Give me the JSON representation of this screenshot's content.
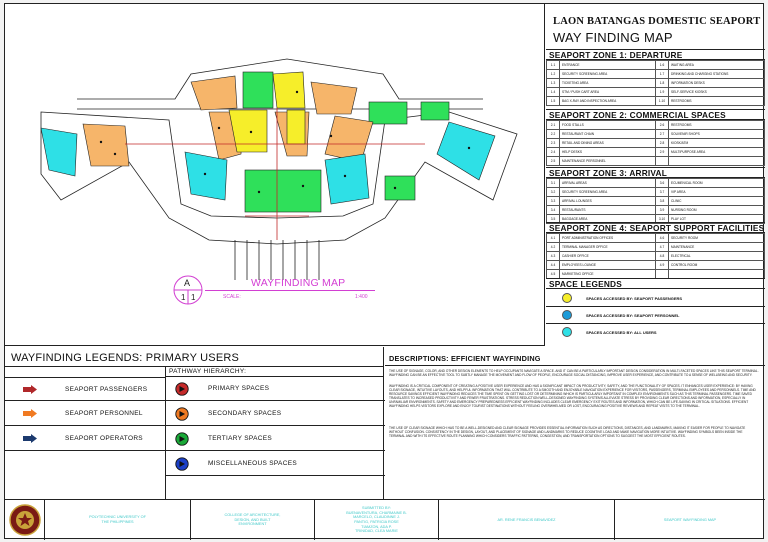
{
  "title_block": {
    "letter": "A",
    "num_left": "1",
    "num_right": "1",
    "title": "WAYFINDING MAP",
    "scale_label": "SCALE:",
    "scale_value": "1:400"
  },
  "panel": {
    "heading": "LAON BATANGAS DOMESTIC SEAPORT",
    "subheading": "WAY FINDING MAP",
    "zones": [
      {
        "title": "SEAPORT ZONE 1: DEPARTURE",
        "rows": [
          [
            "1.1",
            "ENTRANCE",
            "1.6",
            "WAITING AREA"
          ],
          [
            "1.2",
            "SECURITY SCREENING AREA",
            "1.7",
            "DRINKING AND CHARGING STATIONS"
          ],
          [
            "1.3",
            "TICKETING AREA",
            "1.8",
            "INFORMATION DESKS"
          ],
          [
            "1.4",
            "STM / PUSH CART AREA",
            "1.9",
            "SELF-SERVICE KIOSKS"
          ],
          [
            "1.5",
            "BAG X-RAY AND INSPECTION AREA",
            "1.10",
            "RESTROOMS"
          ]
        ]
      },
      {
        "title": "SEAPORT ZONE 2: COMMERCIAL SPACES",
        "rows": [
          [
            "2.1",
            "FOOD STALLS",
            "2.6",
            "RESTROOMS"
          ],
          [
            "2.2",
            "RESTAURANT CHAIN",
            "2.7",
            "SOUVENIR SHOPS"
          ],
          [
            "2.3",
            "RETAIL AND DINING AREAS",
            "2.8",
            "KIOSK/ATM"
          ],
          [
            "2.4",
            "HELP DESKS",
            "2.9",
            "MULTIPURPOSE AREA"
          ],
          [
            "2.5",
            "MAINTENANCE PERSONNEL",
            "",
            ""
          ]
        ]
      },
      {
        "title": "SEAPORT ZONE 3: ARRIVAL",
        "rows": [
          [
            "3.1",
            "ARRIVAL AREAS",
            "3.6",
            "ECUMENICAL ROOM"
          ],
          [
            "3.2",
            "SECURITY SCREENING AREA",
            "3.7",
            "VIP AREA"
          ],
          [
            "3.3",
            "ARRIVAL LOUNGES",
            "3.8",
            "CLINIC"
          ],
          [
            "3.4",
            "RESTAURANTS",
            "3.9",
            "NURSING ROOM"
          ],
          [
            "3.5",
            "BAGGAGE AREA",
            "3.10",
            "PLAY LOT"
          ]
        ]
      },
      {
        "title": "SEAPORT ZONE 4: SEAPORT SUPPORT FACILITIES",
        "rows": [
          [
            "4.1",
            "PORT ADMINISTRATION OFFICES",
            "4.6",
            "SECURITY ROOM"
          ],
          [
            "4.2",
            "TERMINAL MANAGER OFFICE",
            "4.7",
            "MAINTENANCE"
          ],
          [
            "4.3",
            "CASHIER OFFICE",
            "4.8",
            "ELECTRICAL"
          ],
          [
            "4.4",
            "EMPLOYEES LOUNGE",
            "4.9",
            "CONTROL ROOM"
          ],
          [
            "4.5",
            "MARKETING OFFICE",
            "",
            ""
          ]
        ]
      }
    ],
    "space_legends_title": "SPACE LEGENDS",
    "space_legends": [
      {
        "label": "SPACES ACCESSED BY: SEAPORT PASSENGERS",
        "color": "#f6ee2a"
      },
      {
        "label": "SPACES ACCESSED BY: SEAPORT PERSONNEL",
        "color": "#1d9bd8"
      },
      {
        "label": "SPACES ACCESSED BY: ALL USERS",
        "color": "#2ee0e6"
      }
    ]
  },
  "wayfinding": {
    "title": "WAYFINDING LEGENDS: PRIMARY USERS",
    "users": [
      {
        "label": "SEAPORT PASSENGERS",
        "color": "#b0282a"
      },
      {
        "label": "SEAPORT PERSONNEL",
        "color": "#f07a22"
      },
      {
        "label": "SEAPORT OPERATORS",
        "color": "#1c3a6e"
      }
    ],
    "pathway_title": "PATHWAY HIERARCHY:",
    "pathways": [
      {
        "label": "PRIMARY SPACES",
        "color": "#c42a2a"
      },
      {
        "label": "SECONDARY SPACES",
        "color": "#f07a22"
      },
      {
        "label": "TERTIARY  SPACES",
        "color": "#1aa838"
      },
      {
        "label": "MISCELLANEOUS  SPACES",
        "color": "#1c40c8"
      }
    ]
  },
  "description": {
    "title": "DESCRIPTIONS: EFFICIENT WAYFINDING",
    "p1": "THE USE OF SIGNAGE, COLOR, AND OTHER DESIGN ELEMENTS TO HELP OCCUPANTS NAVIGATE A SPACE. AND IT CAN BE A PARTICULARLY IMPORTANT DESIGN CONSIDERATION IN MULTI-FACETED SPACES LIKE THIS SEAPORT TERMINAL. WAYFINDING CAN BE AN EFFECTIVE TOOL TO SUBTLY MANAGE THE MOVEMENT AND FLOW OF PEOPLE, ENCOURAGE SOCIAL DISTANCING, IMPROVE USER EXPERIENCE, AND CONTRIBUTE TO A SENSE OF WELLBEING AND SECURITY.",
    "p2": "WAYFINDING IS A CRITICAL COMPONENT OF CREATING A POSITIVE USER EXPERIENCE AND HAS A SIGNIFICANT IMPACT ON PRODUCTIVITY, SAFETY, AND THE FUNCTIONALITY OF SPACES. IT ENHANCES USER EXPERIENCE: BY HAVING CLEAR SIGNAGE, INTUITIVE LAYOUTS, AND HELPFUL INFORMATION THAT WILL CONTRIBUTE TO A SMOOTH AND ENJOYABLE NAVIGATION EXPERIENCE FOR VISITORS, PASSENGERS, TERMINAL EMPLOYEES AND PERSONNELS. TIME AND RESOURCE SAVINGS EFFICIENT WAYFINDING REDUCES THE TIME SPENT ON GETTING LOST OR DETERMINING WHICH IS PARTICULARLY IMPORTANT IN COMPLEX ENVIRONMENTS SUCH AS THIS TERMINAL PASSENGERS. TIME SAVED TRANSLATES TO INCREASED PRODUCTIVITY AND FEWER FRUSTRATIONS. STRESS REDUCTION WELL-DESIGNED WAYFINDING SYSTEMS ALLEVIATE STRESS BY PROVIDING CLEAR DIRECTIONS AND INFORMATION, ESPECIALLY IN UNFAMILIAR ENVIRONMENTS. SAFETY AND EMERGENCY PREPAREDNESS EFFICIENT WAYFINDING INCLUDES CLEAR EMERGENCY EXIT ROUTES AND INFORMATION, WHICH CAN BE LIFE-SAVING IN CRITICAL SITUATIONS. EFFICIENT WAYFINDING HELPS VISITORS EXPLORE AND ENJOY TOURIST DESTINATIONS WITHOUT FEELING OVERWHELMED OR LOST, ENCOURAGING POSITIVE REVIEWS AND REPEAT VISITS TO THE TERMINAL.",
    "p3": "THE USE OF CLEAR SIGNAGE WHICH HAS TO BE A WELL-DESIGNED AND CLEAR SIGNAGE PROVIDES ESSENTIAL INFORMATION SUCH AS DIRECTIONS, DISTANCES, AND LANDMARKS, MAKING IT EASIER FOR PEOPLE TO NAVIGATE WITHOUT CONFUSION. CONSISTENCY IN THE DESIGN, LAYOUT, AND PLACEMENT OF SIGNAGE AND LANDMARKS TO REDUCE COGNITIVE LOAD AND MAKE NAVIGATION MORE INTUITIVE. WAYFINDING SYMBOLS BEEN INSIDE THE TERMINAL AND WITH ITS EFFECTIVE ROUTE PLANNING WHICH CONSIDERS TRAFFIC PATTERNS, CONGESTION, AND TRANSPORTATION OPTIONS TO SUGGEST THE MOST EFFICIENT ROUTES."
  },
  "footer": {
    "school": [
      "POLYTECHNIC UNIVERSITY OF",
      "THE PHILIPPINES"
    ],
    "college": [
      "COLLEGE OF ARCHITECTURE,",
      "DESIGN, AND BUILT",
      "ENVIRONMENT"
    ],
    "members": [
      "SUBMITTED BY:",
      "BUENAVENTURA, CHARMAINE B.",
      "MARCELO, CLAUDINNE J.",
      "PANTIG, PATRICIA ROSE",
      "TIAMZON, ADA P.",
      "TRINIDAD, CLEA MARIE"
    ],
    "instructor": "AR. RENE FRANCIS BENAVIDEZ",
    "sheet": "SEAPORT WAYFINDING MAP"
  }
}
